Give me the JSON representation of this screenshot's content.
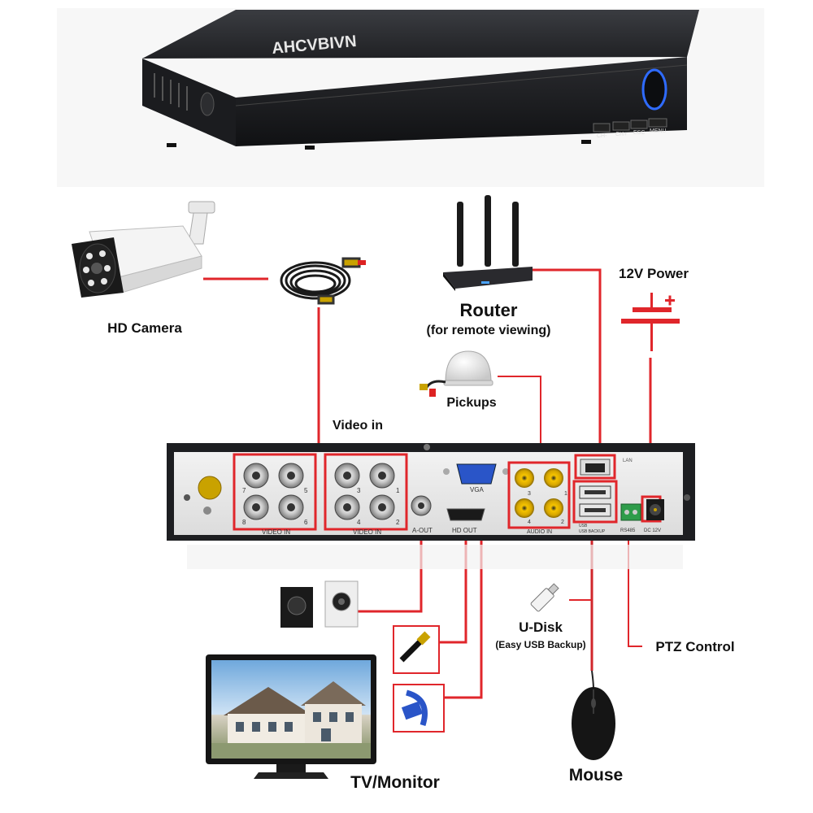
{
  "brand": "AHCVBIVN",
  "front_panel": {
    "buttons": [
      "CH-",
      "CH+",
      "ESC",
      "MENU"
    ]
  },
  "labels": {
    "hd_camera": "HD Camera",
    "router": "Router",
    "router_sub": "(for remote viewing)",
    "power": "12V Power",
    "pickups": "Pickups",
    "video_in": "Video in",
    "u_disk": "U-Disk",
    "u_disk_sub": "(Easy USB Backup)",
    "ptz": "PTZ Control",
    "mouse": "Mouse",
    "tv_monitor": "TV/Monitor"
  },
  "rear_panel": {
    "video_in_left": "VIDEO IN",
    "video_in_right": "VIDEO IN",
    "channels_left": [
      "7",
      "5",
      "8",
      "6"
    ],
    "channels_right": [
      "3",
      "1",
      "4",
      "2"
    ],
    "a_out": "A-OUT",
    "hd_out": "HD OUT",
    "vga": "VGA",
    "audio_in": "AUDIO IN",
    "audio_channels": [
      "3",
      "1",
      "4",
      "2"
    ],
    "lan": "LAN",
    "usb_mouse": "USB",
    "usb_backup": "USB BACKUP",
    "rs485": "RS485",
    "dc12v": "DC 12V"
  },
  "colors": {
    "connector_line": "#e0262b",
    "device_dark": "#1c1d20",
    "panel_light": "#e9e9e9"
  }
}
